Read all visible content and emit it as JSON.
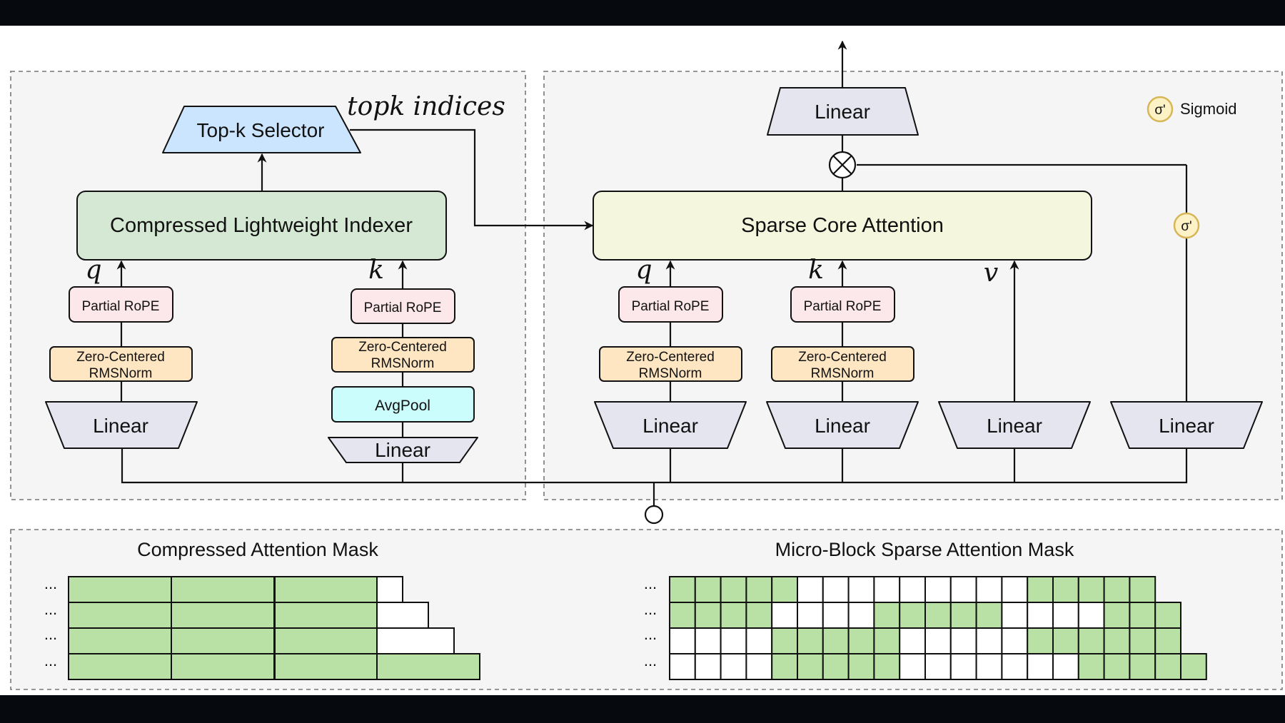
{
  "top_k": {
    "selector_label": "Top-k Selector",
    "indices_label": "topk indices"
  },
  "indexer": {
    "title": "Compressed Lightweight Indexer",
    "q_symbol": "q",
    "k_symbol": "k",
    "q_branch": {
      "rope": "Partial RoPE",
      "norm_line1": "Zero-Centered",
      "norm_line2": "RMSNorm",
      "linear": "Linear"
    },
    "k_branch": {
      "rope": "Partial RoPE",
      "norm_line1": "Zero-Centered",
      "norm_line2": "RMSNorm",
      "pool": "AvgPool",
      "linear": "Linear"
    }
  },
  "attention": {
    "title": "Sparse Core Attention",
    "output_linear": "Linear",
    "q_symbol": "q",
    "k_symbol": "k",
    "v_symbol": "v",
    "q_branch": {
      "rope": "Partial RoPE",
      "norm_line1": "Zero-Centered",
      "norm_line2": "RMSNorm",
      "linear": "Linear"
    },
    "k_branch": {
      "rope": "Partial RoPE",
      "norm_line1": "Zero-Centered",
      "norm_line2": "RMSNorm",
      "linear": "Linear"
    },
    "v_linear": "Linear",
    "gate_linear": "Linear"
  },
  "legend": {
    "sigma_symbol": "σ'",
    "sigmoid_label": "Sigmoid"
  },
  "masks": {
    "compressed_title": "Compressed Attention Mask",
    "microblock_title": "Micro-Block Sparse Attention Mask",
    "ellipsis": "...",
    "compressed_rows": [
      [
        "g",
        "g",
        "g",
        "w"
      ],
      [
        "g",
        "g",
        "g",
        "w"
      ],
      [
        "g",
        "g",
        "g",
        "w"
      ],
      [
        "g",
        "g",
        "g",
        "g"
      ]
    ],
    "microblock_rows": [
      "gggggwwwwwwwwwggggg",
      "ggggwwwwgggggwwwwggg",
      "wwwwgggggwwwwwgggggg",
      "wwwwgggggwwwwwwwggggg"
    ]
  },
  "colors": {
    "page": "#ffffff",
    "panel": "#f5f5f5",
    "frame": "#06090e",
    "indexer": "#d5e8d4",
    "selector": "#cce5ff",
    "attention": "#f4f7dd",
    "rope": "#fce7ea",
    "norm": "#ffe6c2",
    "pool": "#ccfdfd",
    "linear": "#e5e5f0",
    "sigmoid": "#fdf2c6",
    "sigmoid_stroke": "#d6b656",
    "mask_green": "#b9e0a5"
  }
}
